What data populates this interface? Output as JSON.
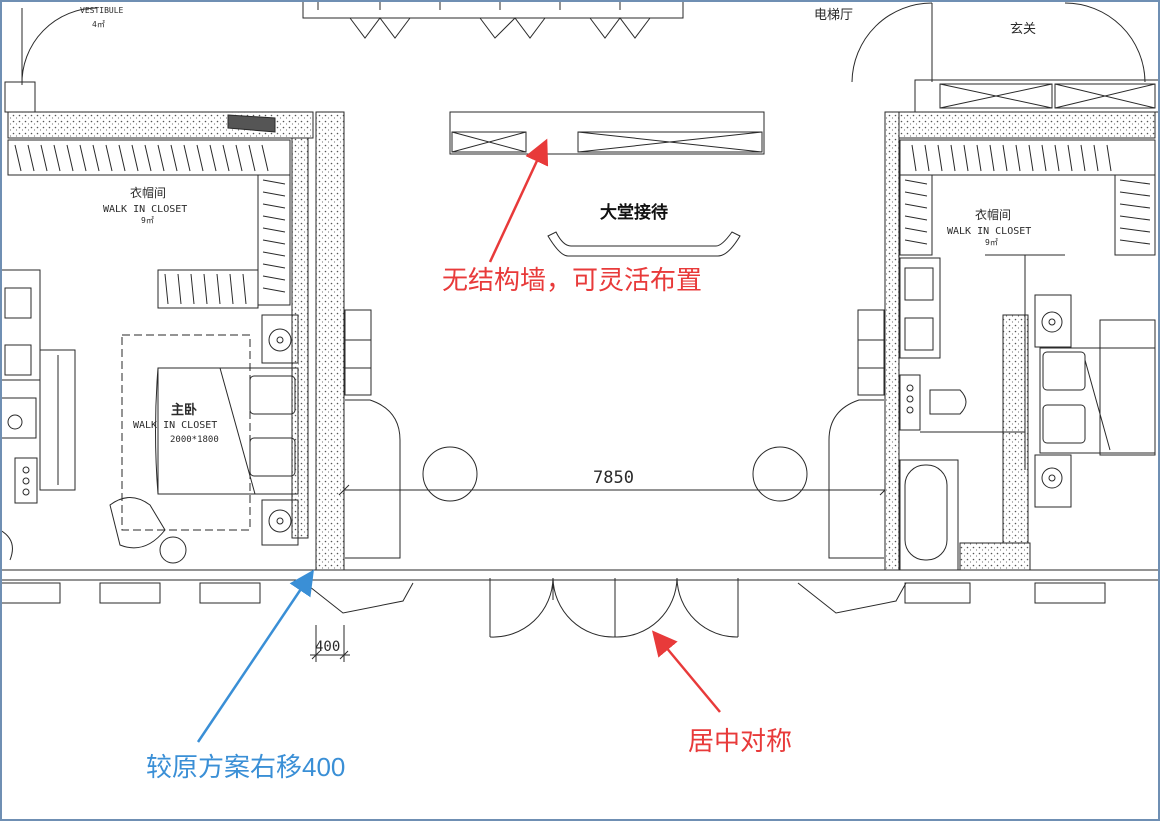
{
  "labels": {
    "vestibule": "VESTIBULE",
    "vestibule_area": "4㎡",
    "elevator_hall": "电梯厅",
    "entrance": "玄关",
    "closet_left_cn": "衣帽间",
    "closet_left_en": "WALK IN CLOSET",
    "closet_left_area": "9㎡",
    "closet_right_cn": "衣帽间",
    "closet_right_en": "WALK IN CLOSET",
    "closet_right_area": "9㎡",
    "bedroom_cn": "主卧",
    "bedroom_en": "WALK IN CLOSET",
    "bed_size": "2000*1800",
    "lobby": "大堂接待"
  },
  "dimensions": {
    "lobby_width": "7850",
    "shift_width": "400"
  },
  "annotations": {
    "no_structure_wall": "无结构墙，可灵活布置",
    "centered_symmetric": "居中对称",
    "shifted_right": "较原方案右移400"
  },
  "colors": {
    "line": "#2a2a2a",
    "red_note": "#e83a3a",
    "blue_note": "#3a8fd6",
    "frame": "#6f8fb3"
  }
}
